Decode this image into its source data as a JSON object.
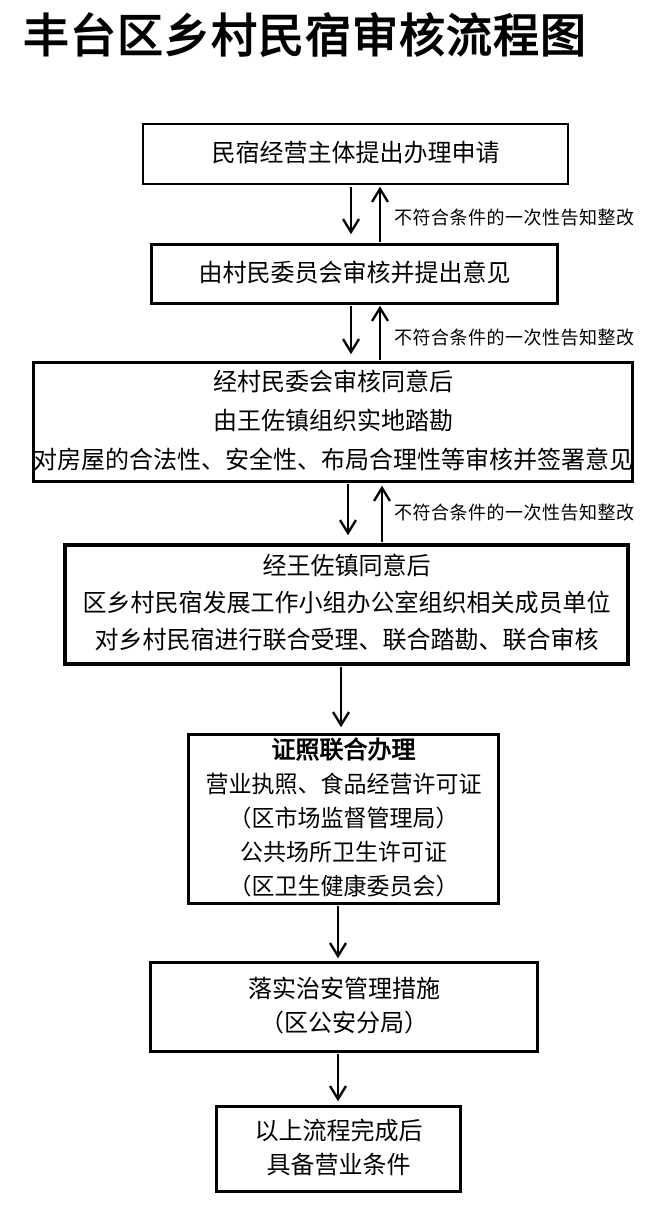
{
  "title": "丰台区乡村民宿审核流程图",
  "feedback_label": "不符合条件的一次性告知整改",
  "steps": [
    {
      "name": "application",
      "lines": [
        "民宿经营主体提出办理申请"
      ]
    },
    {
      "name": "village-committee-review",
      "lines": [
        "由村民委员会审核并提出意见"
      ]
    },
    {
      "name": "town-site-survey",
      "lines": [
        "经村民委会审核同意后",
        "由王佐镇组织实地踏勘",
        "对房屋的合法性、安全性、布局合理性等审核并签署意见"
      ]
    },
    {
      "name": "joint-review",
      "lines": [
        "经王佐镇同意后",
        "区乡村民宿发展工作小组办公室组织相关成员单位",
        "对乡村民宿进行联合受理、联合踏勘、联合审核"
      ]
    },
    {
      "name": "license-joint-processing",
      "lines": [
        "证照联合办理",
        "营业执照、食品经营许可证",
        "（区市场监督管理局）",
        "公共场所卫生许可证",
        "（区卫生健康委员会）"
      ]
    },
    {
      "name": "security-measures",
      "lines": [
        "落实治安管理措施",
        "（区公安分局）"
      ]
    },
    {
      "name": "ready-to-operate",
      "lines": [
        "以上流程完成后",
        "具备营业条件"
      ]
    }
  ],
  "colors": {
    "ink": "#000000",
    "background": "#ffffff"
  }
}
